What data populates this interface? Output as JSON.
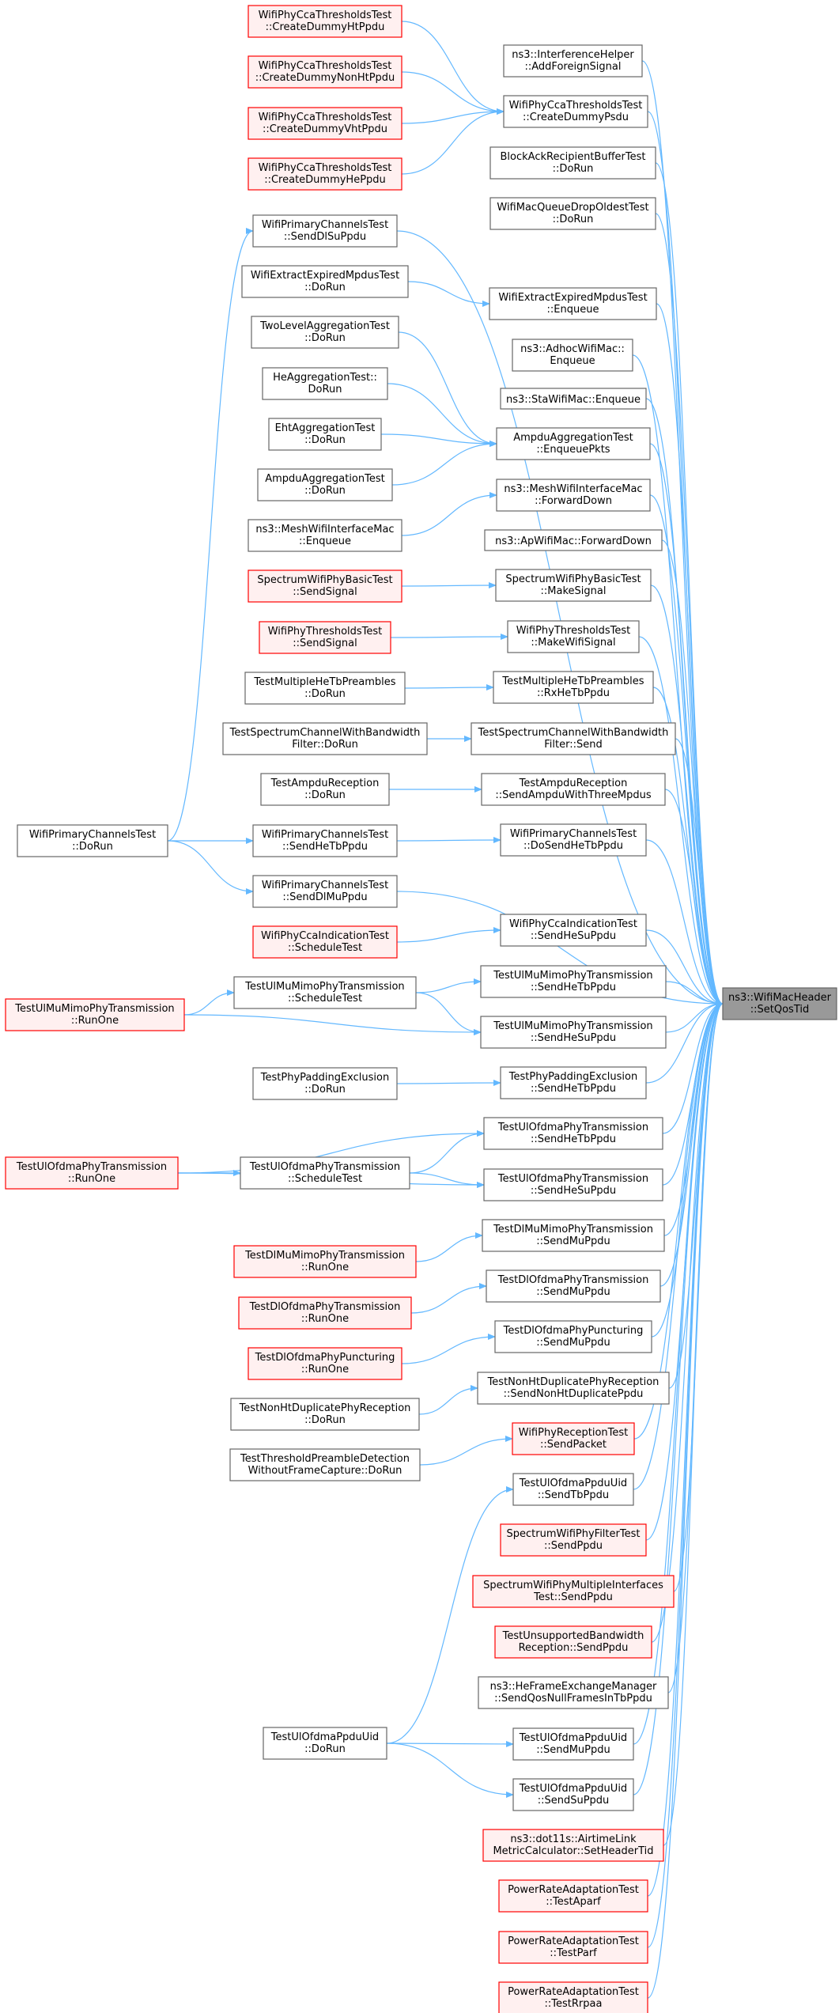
{
  "colors": {
    "edge": "#63b8ff",
    "normal_border": "#666666",
    "normal_fill": "#ffffff",
    "red_border": "#ff0000",
    "red_fill": "#fff0f0",
    "target_border": "#666666",
    "target_fill": "#999999"
  },
  "nodes": [
    {
      "id": "target",
      "lines": [
        "ns3::WifiMacHeader",
        "::SetQosTid"
      ],
      "style": "target"
    },
    {
      "id": "c_fa",
      "lines": [
        "ns3::InterferenceHelper",
        "::AddForeignSignal"
      ],
      "style": "normal"
    },
    {
      "id": "c_cdp",
      "lines": [
        "WifiPhyCcaThresholdsTest",
        "::CreateDummyPsdu"
      ],
      "style": "normal"
    },
    {
      "id": "c_ba",
      "lines": [
        "BlockAckRecipientBufferTest",
        "::DoRun"
      ],
      "style": "normal"
    },
    {
      "id": "c_mq",
      "lines": [
        "WifiMacQueueDropOldestTest",
        "::DoRun"
      ],
      "style": "normal"
    },
    {
      "id": "c_wee",
      "lines": [
        "WifiExtractExpiredMpdusTest",
        "::Enqueue"
      ],
      "style": "normal"
    },
    {
      "id": "c_adh",
      "lines": [
        "ns3::AdhocWifiMac::",
        "Enqueue"
      ],
      "style": "normal"
    },
    {
      "id": "c_sta",
      "lines": [
        "ns3::StaWifiMac::Enqueue"
      ],
      "style": "normal"
    },
    {
      "id": "c_aep",
      "lines": [
        "AmpduAggregationTest",
        "::EnqueuePkts"
      ],
      "style": "normal"
    },
    {
      "id": "c_mfd",
      "lines": [
        "ns3::MeshWifiInterfaceMac",
        "::ForwardDown"
      ],
      "style": "normal"
    },
    {
      "id": "c_apf",
      "lines": [
        "ns3::ApWifiMac::ForwardDown"
      ],
      "style": "normal"
    },
    {
      "id": "c_sms",
      "lines": [
        "SpectrumWifiPhyBasicTest",
        "::MakeSignal"
      ],
      "style": "normal"
    },
    {
      "id": "c_tms",
      "lines": [
        "WifiPhyThresholdsTest",
        "::MakeWifiSignal"
      ],
      "style": "normal"
    },
    {
      "id": "c_rxh",
      "lines": [
        "TestMultipleHeTbPreambles",
        "::RxHeTbPpdu"
      ],
      "style": "normal"
    },
    {
      "id": "c_scs",
      "lines": [
        "TestSpectrumChannelWithBandwidth",
        "Filter::Send"
      ],
      "style": "normal"
    },
    {
      "id": "c_ams",
      "lines": [
        "TestAmpduReception",
        "::SendAmpduWithThreeMpdus"
      ],
      "style": "normal"
    },
    {
      "id": "c_dos",
      "lines": [
        "WifiPrimaryChannelsTest",
        "::DoSendHeTbPpdu"
      ],
      "style": "normal"
    },
    {
      "id": "c_cis",
      "lines": [
        "WifiPhyCcaIndicationTest",
        "::SendHeSuPpdu"
      ],
      "style": "normal"
    },
    {
      "id": "c_umt",
      "lines": [
        "TestUlMuMimoPhyTransmission",
        "::SendHeTbPpdu"
      ],
      "style": "normal"
    },
    {
      "id": "c_ums",
      "lines": [
        "TestUlMuMimoPhyTransmission",
        "::SendHeSuPpdu"
      ],
      "style": "normal"
    },
    {
      "id": "c_ppt",
      "lines": [
        "TestPhyPaddingExclusion",
        "::SendHeTbPpdu"
      ],
      "style": "normal"
    },
    {
      "id": "c_uot",
      "lines": [
        "TestUlOfdmaPhyTransmission",
        "::SendHeTbPpdu"
      ],
      "style": "normal"
    },
    {
      "id": "c_uos",
      "lines": [
        "TestUlOfdmaPhyTransmission",
        "::SendHeSuPpdu"
      ],
      "style": "normal"
    },
    {
      "id": "c_dmm",
      "lines": [
        "TestDlMuMimoPhyTransmission",
        "::SendMuPpdu"
      ],
      "style": "normal"
    },
    {
      "id": "c_dom",
      "lines": [
        "TestDlOfdmaPhyTransmission",
        "::SendMuPpdu"
      ],
      "style": "normal"
    },
    {
      "id": "c_dpm",
      "lines": [
        "TestDlOfdmaPhyPuncturing",
        "::SendMuPpdu"
      ],
      "style": "normal"
    },
    {
      "id": "c_ndp",
      "lines": [
        "TestNonHtDuplicatePhyReception",
        "::SendNonHtDuplicatePpdu"
      ],
      "style": "normal"
    },
    {
      "id": "c_rsp",
      "lines": [
        "WifiPhyReceptionTest",
        "::SendPacket"
      ],
      "style": "red"
    },
    {
      "id": "c_utp",
      "lines": [
        "TestUlOfdmaPpduUid",
        "::SendTbPpdu"
      ],
      "style": "normal"
    },
    {
      "id": "c_sfp",
      "lines": [
        "SpectrumWifiPhyFilterTest",
        "::SendPpdu"
      ],
      "style": "red"
    },
    {
      "id": "c_smi",
      "lines": [
        "SpectrumWifiPhyMultipleInterfaces",
        "Test::SendPpdu"
      ],
      "style": "red"
    },
    {
      "id": "c_ubr",
      "lines": [
        "TestUnsupportedBandwidth",
        "Reception::SendPpdu"
      ],
      "style": "red"
    },
    {
      "id": "c_hfe",
      "lines": [
        "ns3::HeFrameExchangeManager",
        "::SendQosNullFramesInTbPpdu"
      ],
      "style": "normal"
    },
    {
      "id": "c_umu",
      "lines": [
        "TestUlOfdmaPpduUid",
        "::SendMuPpdu"
      ],
      "style": "normal"
    },
    {
      "id": "c_usu",
      "lines": [
        "TestUlOfdmaPpduUid",
        "::SendSuPpdu"
      ],
      "style": "normal"
    },
    {
      "id": "c_aml",
      "lines": [
        "ns3::dot11s::AirtimeLink",
        "MetricCalculator::SetHeaderTid"
      ],
      "style": "red"
    },
    {
      "id": "c_pra",
      "lines": [
        "PowerRateAdaptationTest",
        "::TestAparf"
      ],
      "style": "red"
    },
    {
      "id": "c_prp",
      "lines": [
        "PowerRateAdaptationTest",
        "::TestParf"
      ],
      "style": "red"
    },
    {
      "id": "c_prr",
      "lines": [
        "PowerRateAdaptationTest",
        "::TestRrpaa"
      ],
      "style": "red"
    },
    {
      "id": "b_cdh",
      "lines": [
        "WifiPhyCcaThresholdsTest",
        "::CreateDummyHtPpdu"
      ],
      "style": "red"
    },
    {
      "id": "b_cdn",
      "lines": [
        "WifiPhyCcaThresholdsTest",
        "::CreateDummyNonHtPpdu"
      ],
      "style": "red"
    },
    {
      "id": "b_cdv",
      "lines": [
        "WifiPhyCcaThresholdsTest",
        "::CreateDummyVhtPpdu"
      ],
      "style": "red"
    },
    {
      "id": "b_cde",
      "lines": [
        "WifiPhyCcaThresholdsTest",
        "::CreateDummyHePpdu"
      ],
      "style": "red"
    },
    {
      "id": "b_pcs",
      "lines": [
        "WifiPrimaryChannelsTest",
        "::SendDlSuPpdu"
      ],
      "style": "normal"
    },
    {
      "id": "b_wed",
      "lines": [
        "WifiExtractExpiredMpdusTest",
        "::DoRun"
      ],
      "style": "normal"
    },
    {
      "id": "b_tla",
      "lines": [
        "TwoLevelAggregationTest",
        "::DoRun"
      ],
      "style": "normal"
    },
    {
      "id": "b_hea",
      "lines": [
        "HeAggregationTest::",
        "DoRun"
      ],
      "style": "normal"
    },
    {
      "id": "b_eht",
      "lines": [
        "EhtAggregationTest",
        "::DoRun"
      ],
      "style": "normal"
    },
    {
      "id": "b_amp",
      "lines": [
        "AmpduAggregationTest",
        "::DoRun"
      ],
      "style": "normal"
    },
    {
      "id": "b_mwe",
      "lines": [
        "ns3::MeshWifiInterfaceMac",
        "::Enqueue"
      ],
      "style": "normal"
    },
    {
      "id": "b_sbs",
      "lines": [
        "SpectrumWifiPhyBasicTest",
        "::SendSignal"
      ],
      "style": "red"
    },
    {
      "id": "b_tss",
      "lines": [
        "WifiPhyThresholdsTest",
        "::SendSignal"
      ],
      "style": "red"
    },
    {
      "id": "b_mhd",
      "lines": [
        "TestMultipleHeTbPreambles",
        "::DoRun"
      ],
      "style": "normal"
    },
    {
      "id": "b_scd",
      "lines": [
        "TestSpectrumChannelWithBandwidth",
        "Filter::DoRun"
      ],
      "style": "normal"
    },
    {
      "id": "b_ard",
      "lines": [
        "TestAmpduReception",
        "::DoRun"
      ],
      "style": "normal"
    },
    {
      "id": "b_pht",
      "lines": [
        "WifiPrimaryChannelsTest",
        "::SendHeTbPpdu"
      ],
      "style": "normal"
    },
    {
      "id": "b_pdm",
      "lines": [
        "WifiPrimaryChannelsTest",
        "::SendDlMuPpdu"
      ],
      "style": "normal"
    },
    {
      "id": "b_cst",
      "lines": [
        "WifiPhyCcaIndicationTest",
        "::ScheduleTest"
      ],
      "style": "red"
    },
    {
      "id": "b_ust",
      "lines": [
        "TestUlMuMimoPhyTransmission",
        "::ScheduleTest"
      ],
      "style": "normal"
    },
    {
      "id": "b_ppd",
      "lines": [
        "TestPhyPaddingExclusion",
        "::DoRun"
      ],
      "style": "normal"
    },
    {
      "id": "b_ost",
      "lines": [
        "TestUlOfdmaPhyTransmission",
        "::ScheduleTest"
      ],
      "style": "normal"
    },
    {
      "id": "b_dmr",
      "lines": [
        "TestDlMuMimoPhyTransmission",
        "::RunOne"
      ],
      "style": "red"
    },
    {
      "id": "b_dor",
      "lines": [
        "TestDlOfdmaPhyTransmission",
        "::RunOne"
      ],
      "style": "red"
    },
    {
      "id": "b_dpr",
      "lines": [
        "TestDlOfdmaPhyPuncturing",
        "::RunOne"
      ],
      "style": "red"
    },
    {
      "id": "b_ndr",
      "lines": [
        "TestNonHtDuplicatePhyReception",
        "::DoRun"
      ],
      "style": "normal"
    },
    {
      "id": "b_tpd",
      "lines": [
        "TestThresholdPreambleDetection",
        "WithoutFrameCapture::DoRun"
      ],
      "style": "normal"
    },
    {
      "id": "b_upd",
      "lines": [
        "TestUlOfdmaPpduUid",
        "::DoRun"
      ],
      "style": "normal"
    },
    {
      "id": "a_pcd",
      "lines": [
        "WifiPrimaryChannelsTest",
        "::DoRun"
      ],
      "style": "normal"
    },
    {
      "id": "a_umr",
      "lines": [
        "TestUlMuMimoPhyTransmission",
        "::RunOne"
      ],
      "style": "red"
    },
    {
      "id": "a_uor",
      "lines": [
        "TestUlOfdmaPhyTransmission",
        "::RunOne"
      ],
      "style": "red"
    }
  ],
  "edges": [
    [
      "c_fa",
      "target"
    ],
    [
      "c_cdp",
      "target"
    ],
    [
      "c_ba",
      "target"
    ],
    [
      "c_mq",
      "target"
    ],
    [
      "b_pcs",
      "target"
    ],
    [
      "c_wee",
      "target"
    ],
    [
      "c_adh",
      "target"
    ],
    [
      "c_sta",
      "target"
    ],
    [
      "c_aep",
      "target"
    ],
    [
      "c_mfd",
      "target"
    ],
    [
      "c_apf",
      "target"
    ],
    [
      "c_sms",
      "target"
    ],
    [
      "c_tms",
      "target"
    ],
    [
      "c_rxh",
      "target"
    ],
    [
      "c_scs",
      "target"
    ],
    [
      "c_ams",
      "target"
    ],
    [
      "c_dos",
      "target"
    ],
    [
      "b_pdm",
      "target"
    ],
    [
      "c_cis",
      "target"
    ],
    [
      "c_umt",
      "target"
    ],
    [
      "c_ums",
      "target"
    ],
    [
      "c_ppt",
      "target"
    ],
    [
      "c_uot",
      "target"
    ],
    [
      "c_uos",
      "target"
    ],
    [
      "c_dmm",
      "target"
    ],
    [
      "c_dom",
      "target"
    ],
    [
      "c_dpm",
      "target"
    ],
    [
      "c_ndp",
      "target"
    ],
    [
      "c_rsp",
      "target"
    ],
    [
      "c_utp",
      "target"
    ],
    [
      "c_sfp",
      "target"
    ],
    [
      "c_smi",
      "target"
    ],
    [
      "c_ubr",
      "target"
    ],
    [
      "c_hfe",
      "target"
    ],
    [
      "c_umu",
      "target"
    ],
    [
      "c_usu",
      "target"
    ],
    [
      "c_aml",
      "target"
    ],
    [
      "c_pra",
      "target"
    ],
    [
      "c_prp",
      "target"
    ],
    [
      "c_prr",
      "target"
    ],
    [
      "b_cdh",
      "c_cdp"
    ],
    [
      "b_cdn",
      "c_cdp"
    ],
    [
      "b_cdv",
      "c_cdp"
    ],
    [
      "b_cde",
      "c_cdp"
    ],
    [
      "b_wed",
      "c_wee"
    ],
    [
      "b_tla",
      "c_aep"
    ],
    [
      "b_hea",
      "c_aep"
    ],
    [
      "b_eht",
      "c_aep"
    ],
    [
      "b_amp",
      "c_aep"
    ],
    [
      "b_mwe",
      "c_mfd"
    ],
    [
      "b_sbs",
      "c_sms"
    ],
    [
      "b_tss",
      "c_tms"
    ],
    [
      "b_mhd",
      "c_rxh"
    ],
    [
      "b_scd",
      "c_scs"
    ],
    [
      "b_ard",
      "c_ams"
    ],
    [
      "b_pht",
      "c_dos"
    ],
    [
      "b_cst",
      "c_cis"
    ],
    [
      "b_ust",
      "c_umt"
    ],
    [
      "b_ust",
      "c_ums"
    ],
    [
      "b_ppd",
      "c_ppt"
    ],
    [
      "b_ost",
      "c_uot"
    ],
    [
      "b_ost",
      "c_uos"
    ],
    [
      "b_dmr",
      "c_dmm"
    ],
    [
      "b_dor",
      "c_dom"
    ],
    [
      "b_dpr",
      "c_dpm"
    ],
    [
      "b_ndr",
      "c_ndp"
    ],
    [
      "b_tpd",
      "c_rsp"
    ],
    [
      "b_upd",
      "c_utp"
    ],
    [
      "b_upd",
      "c_umu"
    ],
    [
      "b_upd",
      "c_usu"
    ],
    [
      "a_pcd",
      "b_pcs"
    ],
    [
      "a_pcd",
      "b_pht"
    ],
    [
      "a_pcd",
      "b_pdm"
    ],
    [
      "a_umr",
      "b_ust"
    ],
    [
      "a_umr",
      "c_ums"
    ],
    [
      "a_uor",
      "b_ost"
    ],
    [
      "a_uor",
      "c_uot"
    ],
    [
      "a_uor",
      "c_uos"
    ]
  ]
}
